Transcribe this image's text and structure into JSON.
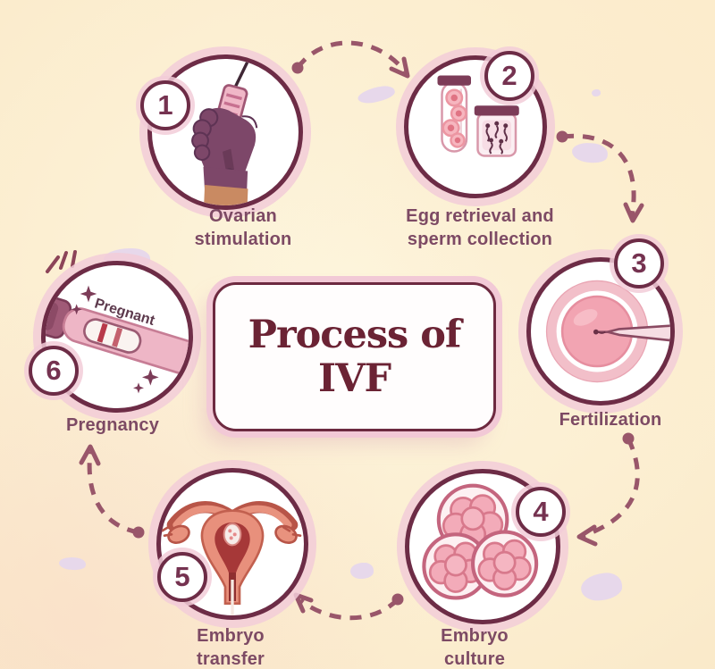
{
  "title": {
    "line1": "Process of",
    "line2": "IVF"
  },
  "steps": [
    {
      "number": "1",
      "label": "Ovarian stimulation",
      "icon": "syringe-in-gloved-hand"
    },
    {
      "number": "2",
      "label": "Egg retrieval and sperm collection",
      "icon": "test-tube-and-sperm-jar"
    },
    {
      "number": "3",
      "label": "Fertilization",
      "icon": "egg-cell-injection"
    },
    {
      "number": "4",
      "label": "Embryo culture",
      "icon": "embryo-cell-clusters"
    },
    {
      "number": "5",
      "label": "Embryo transfer",
      "icon": "uterus-with-catheter"
    },
    {
      "number": "6",
      "label": "Pregnancy",
      "icon": "positive-pregnancy-test"
    }
  ],
  "pregnancy_test_text": "Pregnant",
  "colors": {
    "background_cream": "#fbeccd",
    "circle_border_maroon": "#6d2c46",
    "halo_pink": "#f2ccd8",
    "label_plum": "#7d4a64",
    "title_maroon": "#6b2334",
    "arrow_plum": "#99566a",
    "illustration_pink": "#f2a9b6",
    "uterus_coral": "#e8907c",
    "decor_lavender": "#e7d8eb"
  }
}
